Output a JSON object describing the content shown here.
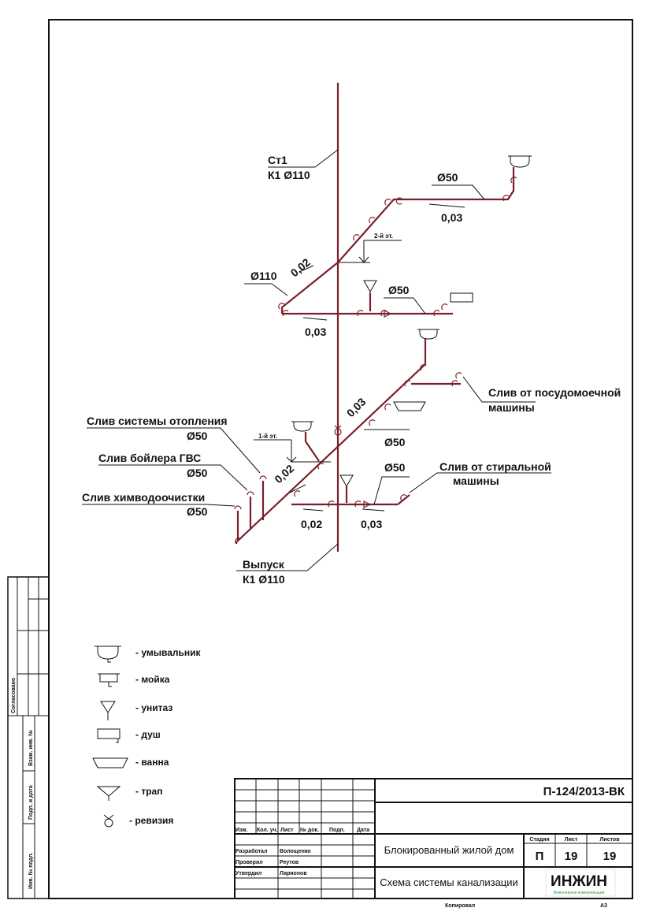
{
  "riser": {
    "name": "Ст1",
    "code": "К1 Ø110"
  },
  "outlet": {
    "name": "Выпуск",
    "code": "К1 Ø110"
  },
  "floors": {
    "second": "2-й эт.",
    "first": "1-й эт."
  },
  "pipe_labels": {
    "upper_d50": "Ø50",
    "upper_slope": "0,03",
    "d110": "Ø110",
    "slope_002_upper": "0,02",
    "mid_d50": "Ø50",
    "mid_slope": "0,03",
    "diag_slope": "0,03",
    "diag_d50": "Ø50",
    "lower_d50": "Ø50",
    "lower_slope_left": "0,02",
    "lower_slope_right": "0,03",
    "slope_002_lower": "0,02"
  },
  "drains": [
    {
      "label": "Слив системы отопления",
      "d": "Ø50"
    },
    {
      "label": "Слив бойлера ГВС",
      "d": "Ø50"
    },
    {
      "label": "Слив химводоочистки",
      "d": "Ø50"
    }
  ],
  "right_drains": {
    "dishwasher": [
      "Слив от посудомоечной",
      "машины"
    ],
    "washer": [
      "Слив от стиральной",
      "машины"
    ]
  },
  "legend": [
    {
      "icon": "washbasin-icon",
      "label": "- умывальник"
    },
    {
      "icon": "sink-icon",
      "label": "- мойка"
    },
    {
      "icon": "toilet-icon",
      "label": "- унитаз"
    },
    {
      "icon": "shower-icon",
      "label": "- душ"
    },
    {
      "icon": "bathtub-icon",
      "label": "- ванна"
    },
    {
      "icon": "floor-drain-icon",
      "label": "- трап"
    },
    {
      "icon": "revision-icon",
      "label": "- ревизия"
    }
  ],
  "side_stamp": {
    "agreed": "Согласовано",
    "inv_replace": "Взам. инв. №",
    "sign_date": "Подп. и дата",
    "inv_orig": "Инв. № подл."
  },
  "title_block": {
    "doc_code": "П-124/2013-ВК",
    "headers": [
      "Изм.",
      "Кол. уч.",
      "Лист",
      "№ док.",
      "Подп.",
      "Дата"
    ],
    "roles": [
      {
        "role": "Разработал",
        "name": "Волощенко"
      },
      {
        "role": "Проверил",
        "name": "Реутов"
      },
      {
        "role": "Утвердил",
        "name": "Ларионов"
      }
    ],
    "project": "Блокированный жилой дом",
    "sheet_title": "Схема системы канализации",
    "stage_label": "Стадия",
    "sheet_label": "Лист",
    "sheets_label": "Листов",
    "stage": "П",
    "sheet": "19",
    "sheets": "19",
    "logo": "ИНЖИН",
    "logo_sub": "Инженерные коммуникации",
    "copied": "Копировал",
    "format": "А3"
  },
  "colors": {
    "pipe": "#7a1f2b",
    "logo_green": "#2e9a3c"
  }
}
